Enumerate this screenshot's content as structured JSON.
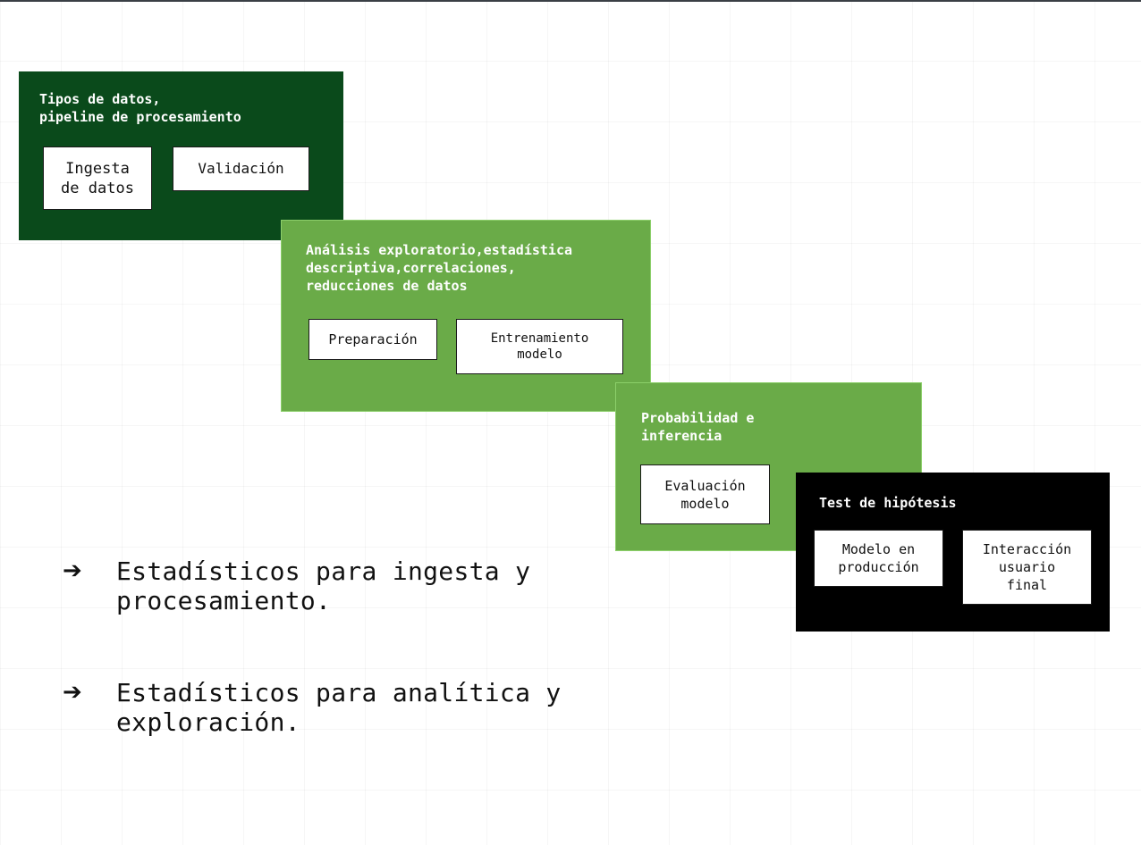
{
  "colors": {
    "stage_1_bg": "#0a4a1b",
    "stage_2_bg": "#6aab48",
    "stage_3_bg": "#6aab48",
    "stage_4_bg": "#000000",
    "box_bg": "#ffffff",
    "text_dark": "#111111"
  },
  "stages": [
    {
      "title": "Tipos de datos,\npipeline de procesamiento",
      "boxes": [
        "Ingesta\nde datos",
        "Validación"
      ]
    },
    {
      "title": "Análisis exploratorio,estadística\ndescriptiva,correlaciones,\nreducciones de datos",
      "boxes": [
        "Preparación",
        "Entrenamiento\nmodelo"
      ]
    },
    {
      "title": "Probabilidad e\ninferencia",
      "boxes": [
        "Evaluación\nmodelo"
      ]
    },
    {
      "title": "Test de hipótesis",
      "boxes": [
        "Modelo en\nproducción",
        "Interacción\nusuario\nfinal"
      ]
    }
  ],
  "bullets": [
    {
      "icon": "arrow-right-icon",
      "glyph": "➔",
      "text": "Estadísticos para ingesta y\nprocesamiento."
    },
    {
      "icon": "arrow-right-icon",
      "glyph": "➔",
      "text": "Estadísticos para analítica y\nexploración."
    }
  ]
}
